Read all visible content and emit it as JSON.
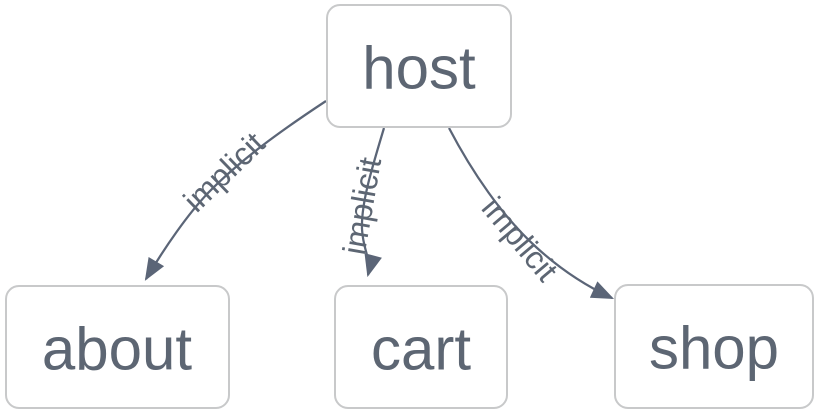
{
  "diagram": {
    "type": "flowchart",
    "direction": "top-down",
    "nodes": [
      {
        "id": "host",
        "label": "host"
      },
      {
        "id": "about",
        "label": "about"
      },
      {
        "id": "cart",
        "label": "cart"
      },
      {
        "id": "shop",
        "label": "shop"
      }
    ],
    "edges": [
      {
        "from": "host",
        "to": "about",
        "label": "implicit"
      },
      {
        "from": "host",
        "to": "cart",
        "label": "implicit"
      },
      {
        "from": "host",
        "to": "shop",
        "label": "implicit"
      }
    ],
    "colors": {
      "background": "#ffffff",
      "node_fill": "#ffffff",
      "node_border": "#c8c9ca",
      "node_text": "#5d6673",
      "edge": "#5b6577",
      "edge_label": "#5d6673"
    }
  }
}
